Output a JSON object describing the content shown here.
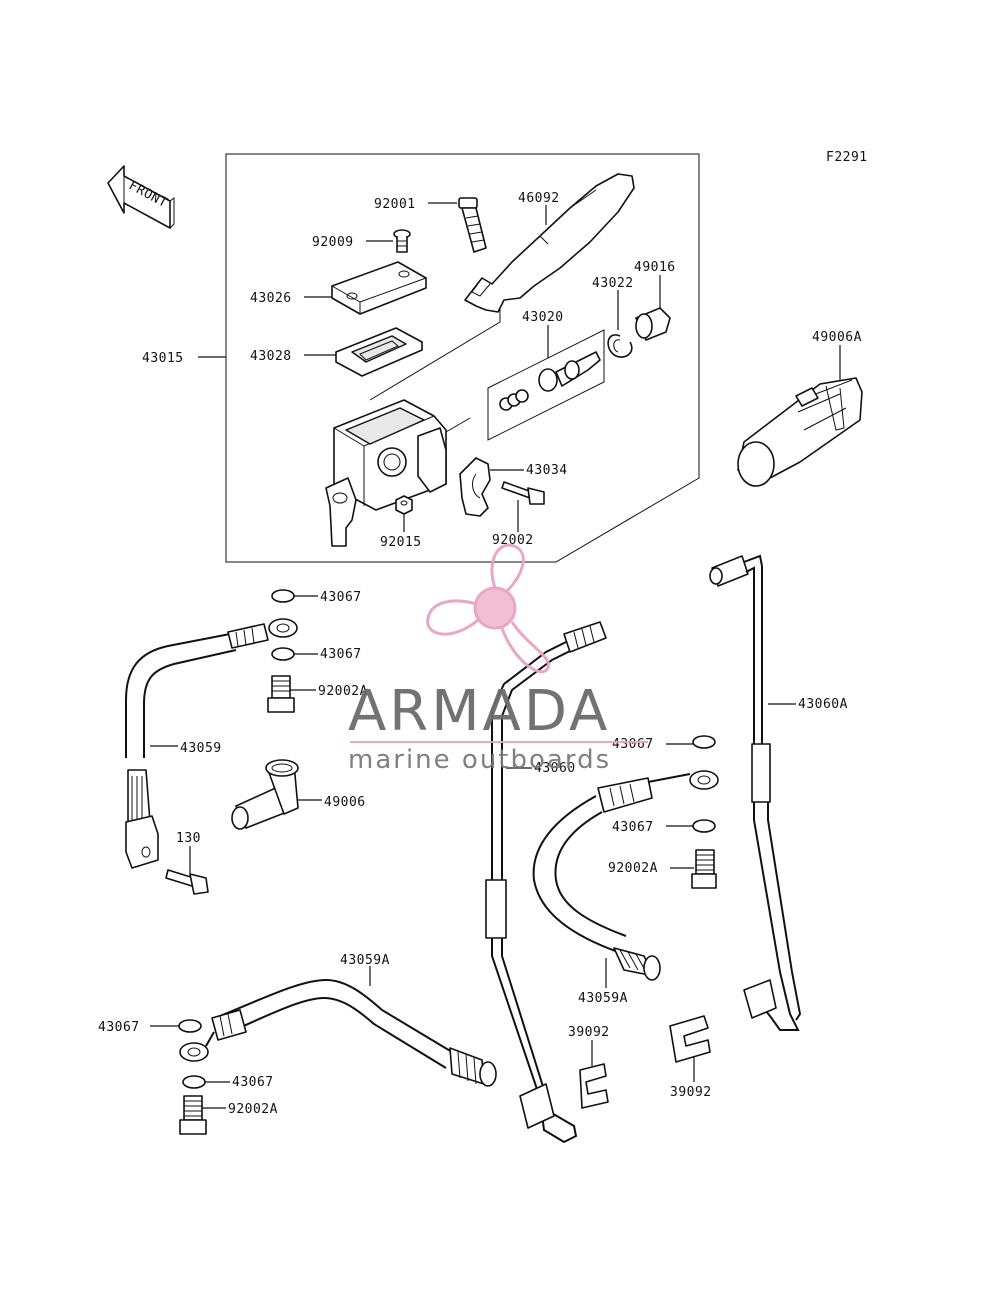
{
  "diagram": {
    "figure_code": "F2291",
    "front_label": "FRONT",
    "callouts": {
      "c92001": "92001",
      "c46092": "46092",
      "c92009": "92009",
      "c43026": "43026",
      "c49016": "49016",
      "c43022": "43022",
      "c43020": "43020",
      "c43015": "43015",
      "c43028": "43028",
      "c49006A": "49006A",
      "c43034": "43034",
      "c92015": "92015",
      "c92002": "92002",
      "c43067_a": "43067",
      "c43067_b": "43067",
      "c92002A_a": "92002A",
      "c43059": "43059",
      "c49006": "49006",
      "c130": "130",
      "c43060A": "43060A",
      "c43067_c": "43067",
      "c43060": "43060",
      "c43067_d": "43067",
      "c92002A_b": "92002A",
      "c43059A_a": "43059A",
      "c43059A_b": "43059A",
      "c43067_e": "43067",
      "c43067_f": "43067",
      "c92002A_c": "92002A",
      "c39092_a": "39092",
      "c39092_b": "39092"
    }
  },
  "watermark": {
    "brand": "ARMADA",
    "tagline": "marine outboards",
    "logo_icon": "propeller-icon",
    "color": "#e8a3c0"
  }
}
